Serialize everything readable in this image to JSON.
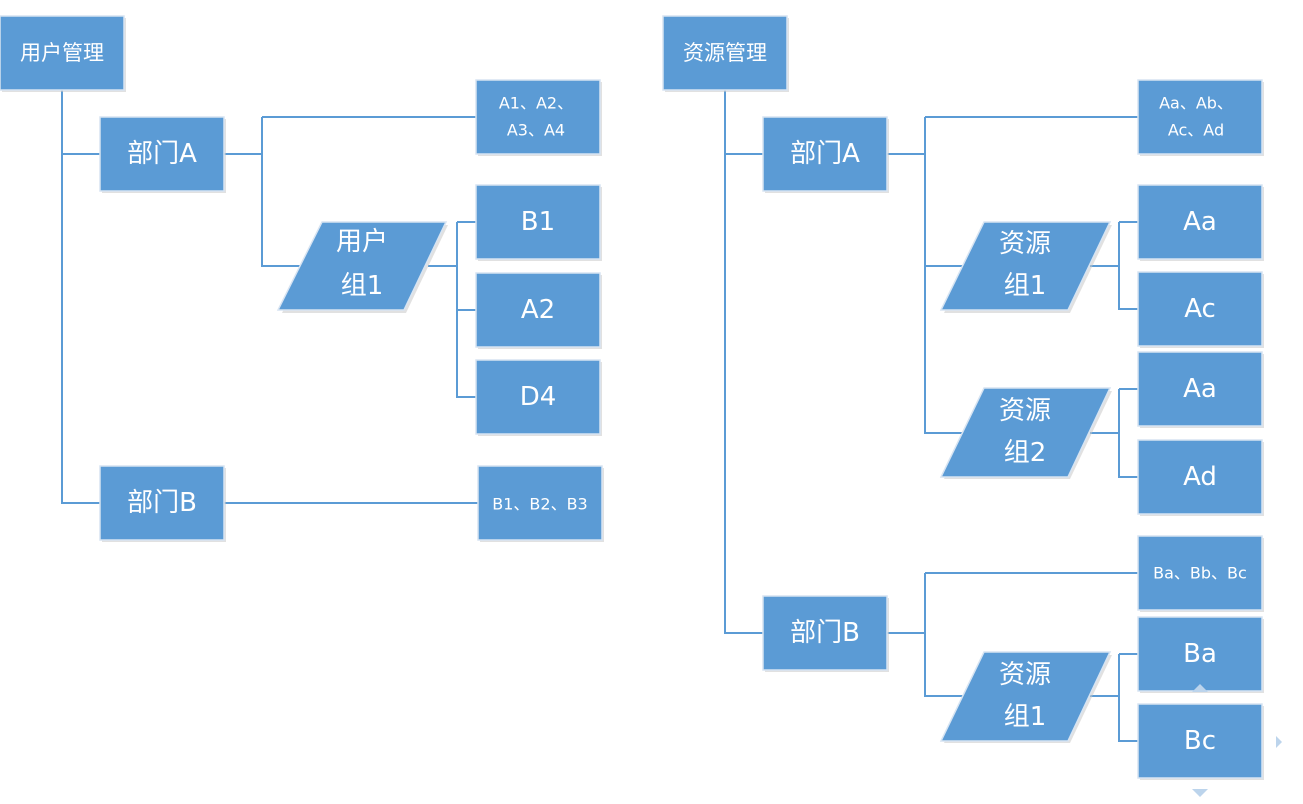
{
  "user_tree": {
    "root": "用户管理",
    "dept_a": "部门A",
    "dept_a_members": [
      "A1、A2、",
      "A3、A4"
    ],
    "group": [
      "用户",
      "组1"
    ],
    "group_members": [
      "B1",
      "A2",
      "D4"
    ],
    "dept_b": "部门B",
    "dept_b_members": "B1、B2、B3"
  },
  "resource_tree": {
    "root": "资源管理",
    "dept_a": "部门A",
    "dept_a_resources": [
      "Aa、Ab、",
      "Ac、Ad"
    ],
    "group1": [
      "资源",
      "组1"
    ],
    "group1_resources": [
      "Aa",
      "Ac"
    ],
    "group2": [
      "资源",
      "组2"
    ],
    "group2_resources": [
      "Aa",
      "Ad"
    ],
    "dept_b": "部门B",
    "dept_b_resources": "Ba、Bb、Bc",
    "dept_b_group": [
      "资源",
      "组1"
    ],
    "dept_b_group_resources": [
      "Ba",
      "Bc"
    ]
  },
  "colors": {
    "node": "#5b9bd5",
    "connector": "#5b9bd5",
    "text": "#ffffff"
  }
}
